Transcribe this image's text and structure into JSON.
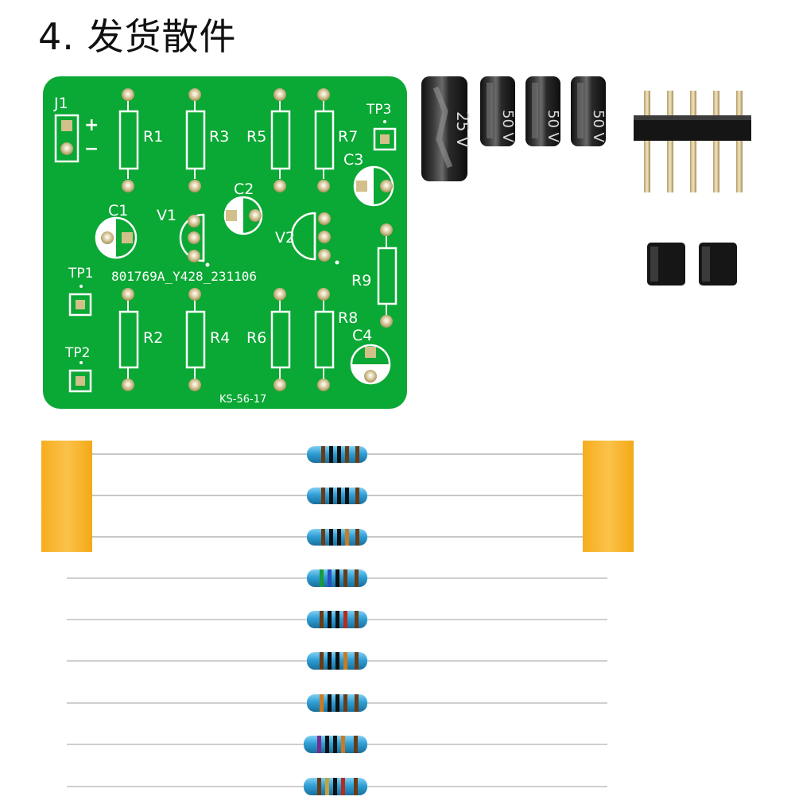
{
  "title": "4. 发货散件",
  "pcb": {
    "board_code": "801769A_Y428_231106",
    "footer_code": "KS-56-17",
    "j1": "J1",
    "plus": "+",
    "minus": "−",
    "tp1": "TP1",
    "tp2": "TP2",
    "tp3": "TP3",
    "r1": "R1",
    "r2": "R2",
    "r3": "R3",
    "r4": "R4",
    "r5": "R5",
    "r6": "R6",
    "r7": "R7",
    "r8": "R8",
    "r9": "R9",
    "c1": "C1",
    "c2": "C2",
    "c3": "C3",
    "c4": "C4",
    "v1": "V1",
    "v2": "V2"
  },
  "capacitors": [
    {
      "voltage": "25 V"
    },
    {
      "voltage": "50 V"
    },
    {
      "voltage": "50 V"
    },
    {
      "voltage": "50 V"
    }
  ],
  "colors": {
    "pcb_green": "#0aa834",
    "silkscreen": "#ffffff",
    "pad_gold": "#c8b478",
    "capacitor_body": "#2b2b2b",
    "header_gold": "#d6c49a",
    "tape": "#f7b52a",
    "resistor_body": "#2f9fd6"
  }
}
